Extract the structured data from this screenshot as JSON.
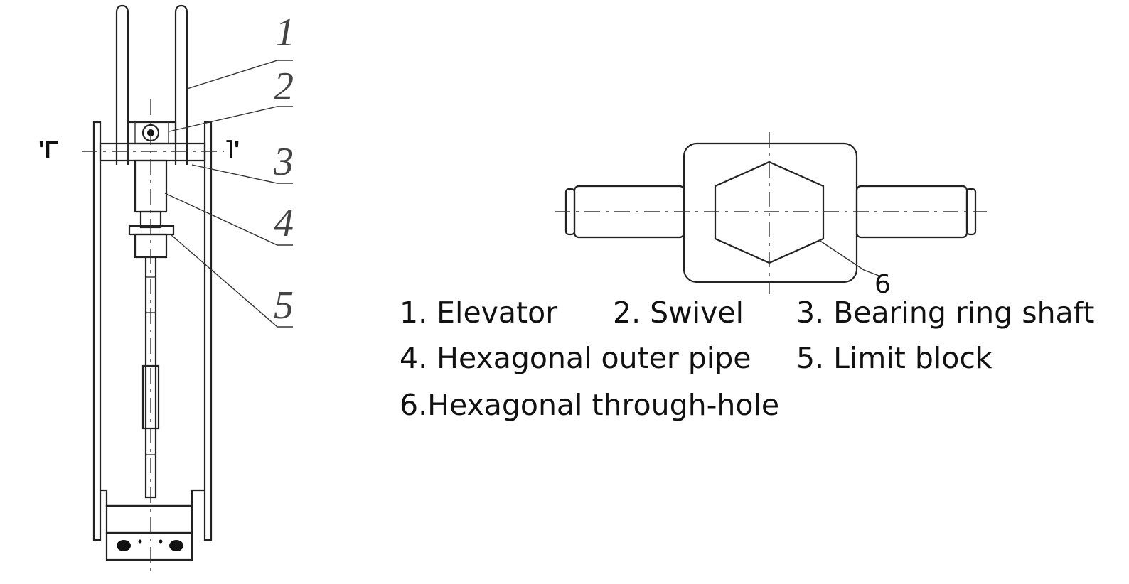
{
  "callouts": {
    "side_view": [
      "1",
      "2",
      "3",
      "4",
      "5"
    ],
    "top_view": "6"
  },
  "section_marks": {
    "left": "'Γ",
    "right": "˥'"
  },
  "legend": {
    "row1": [
      "1. Elevator",
      "2. Swivel",
      "3. Bearing ring shaft"
    ],
    "row2": [
      "4. Hexagonal outer pipe",
      "5. Limit block"
    ],
    "row3": [
      "6.Hexagonal through-hole"
    ]
  }
}
